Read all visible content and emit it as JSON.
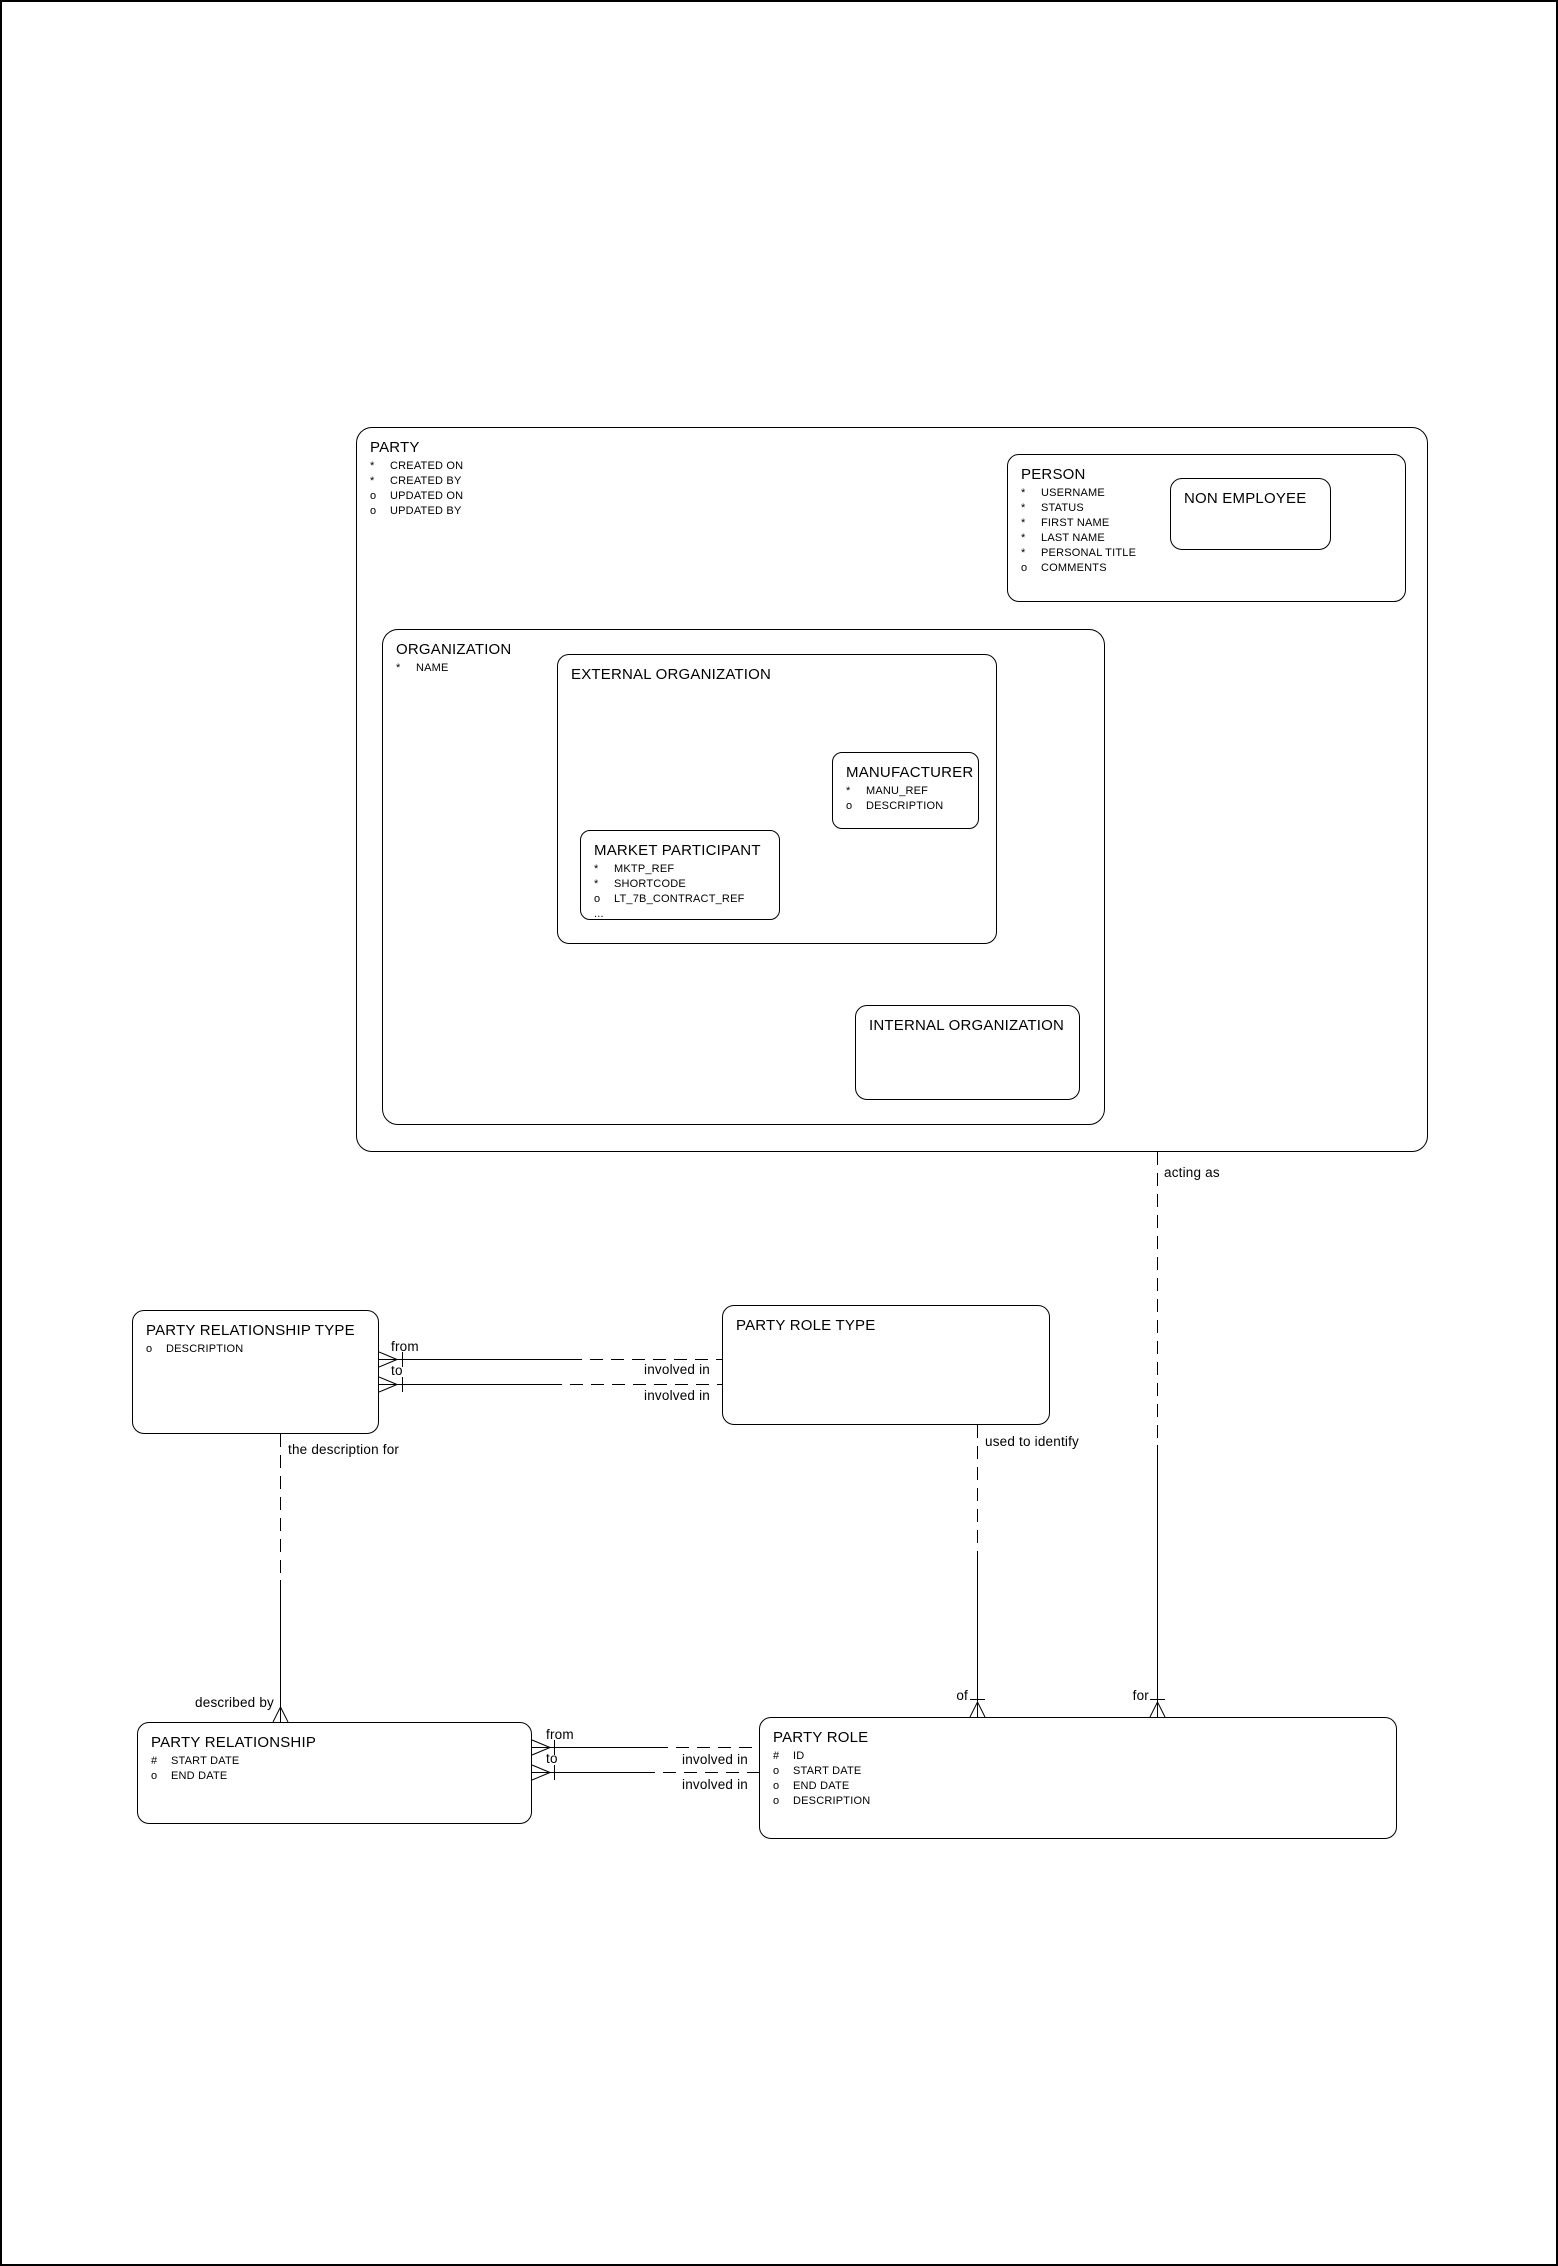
{
  "entities": {
    "party": {
      "title": "PARTY",
      "attrs": [
        {
          "p": "*",
          "t": "CREATED ON"
        },
        {
          "p": "*",
          "t": "CREATED BY"
        },
        {
          "p": "o",
          "t": "UPDATED ON"
        },
        {
          "p": "o",
          "t": "UPDATED BY"
        }
      ]
    },
    "person": {
      "title": "PERSON",
      "attrs": [
        {
          "p": "*",
          "t": "USERNAME"
        },
        {
          "p": "*",
          "t": "STATUS"
        },
        {
          "p": "*",
          "t": "FIRST NAME"
        },
        {
          "p": "*",
          "t": "LAST NAME"
        },
        {
          "p": "*",
          "t": "PERSONAL TITLE"
        },
        {
          "p": "o",
          "t": "COMMENTS"
        }
      ]
    },
    "non_employee": {
      "title": "NON EMPLOYEE",
      "attrs": []
    },
    "organization": {
      "title": "ORGANIZATION",
      "attrs": [
        {
          "p": "*",
          "t": "NAME"
        }
      ]
    },
    "external_organization": {
      "title": "EXTERNAL ORGANIZATION",
      "attrs": []
    },
    "manufacturer": {
      "title": "MANUFACTURER",
      "attrs": [
        {
          "p": "*",
          "t": "MANU_REF"
        },
        {
          "p": "o",
          "t": "DESCRIPTION"
        }
      ]
    },
    "market_participant": {
      "title": "MARKET PARTICIPANT",
      "attrs": [
        {
          "p": "*",
          "t": "MKTP_REF"
        },
        {
          "p": "*",
          "t": "SHORTCODE"
        },
        {
          "p": "o",
          "t": "LT_7B_CONTRACT_REF"
        },
        {
          "p": "...",
          "t": ""
        }
      ]
    },
    "internal_organization": {
      "title": "INTERNAL ORGANIZATION",
      "attrs": []
    },
    "party_relationship_type": {
      "title": "PARTY RELATIONSHIP TYPE",
      "attrs": [
        {
          "p": "o",
          "t": "DESCRIPTION"
        }
      ]
    },
    "party_role_type": {
      "title": "PARTY ROLE TYPE",
      "attrs": []
    },
    "party_relationship": {
      "title": "PARTY RELATIONSHIP",
      "attrs": [
        {
          "p": "#",
          "t": "START DATE"
        },
        {
          "p": "o",
          "t": "END DATE"
        }
      ]
    },
    "party_role": {
      "title": "PARTY ROLE",
      "attrs": [
        {
          "p": "#",
          "t": "ID"
        },
        {
          "p": "o",
          "t": "START DATE"
        },
        {
          "p": "o",
          "t": "END DATE"
        },
        {
          "p": "o",
          "t": "DESCRIPTION"
        }
      ]
    }
  },
  "relationships": {
    "acting_as": "acting as",
    "for_label": "for",
    "used_to_identify": "used to identify",
    "of_label": "of",
    "the_description_for": "the description for",
    "described_by": "described by",
    "from_top": "from",
    "to_top": "to",
    "involved_in_top_a": "involved in",
    "involved_in_top_b": "involved in",
    "from_bottom": "from",
    "to_bottom": "to",
    "involved_in_bottom_a": "involved in",
    "involved_in_bottom_b": "involved in"
  },
  "colors": {
    "line": "#000000",
    "background": "#ffffff"
  }
}
